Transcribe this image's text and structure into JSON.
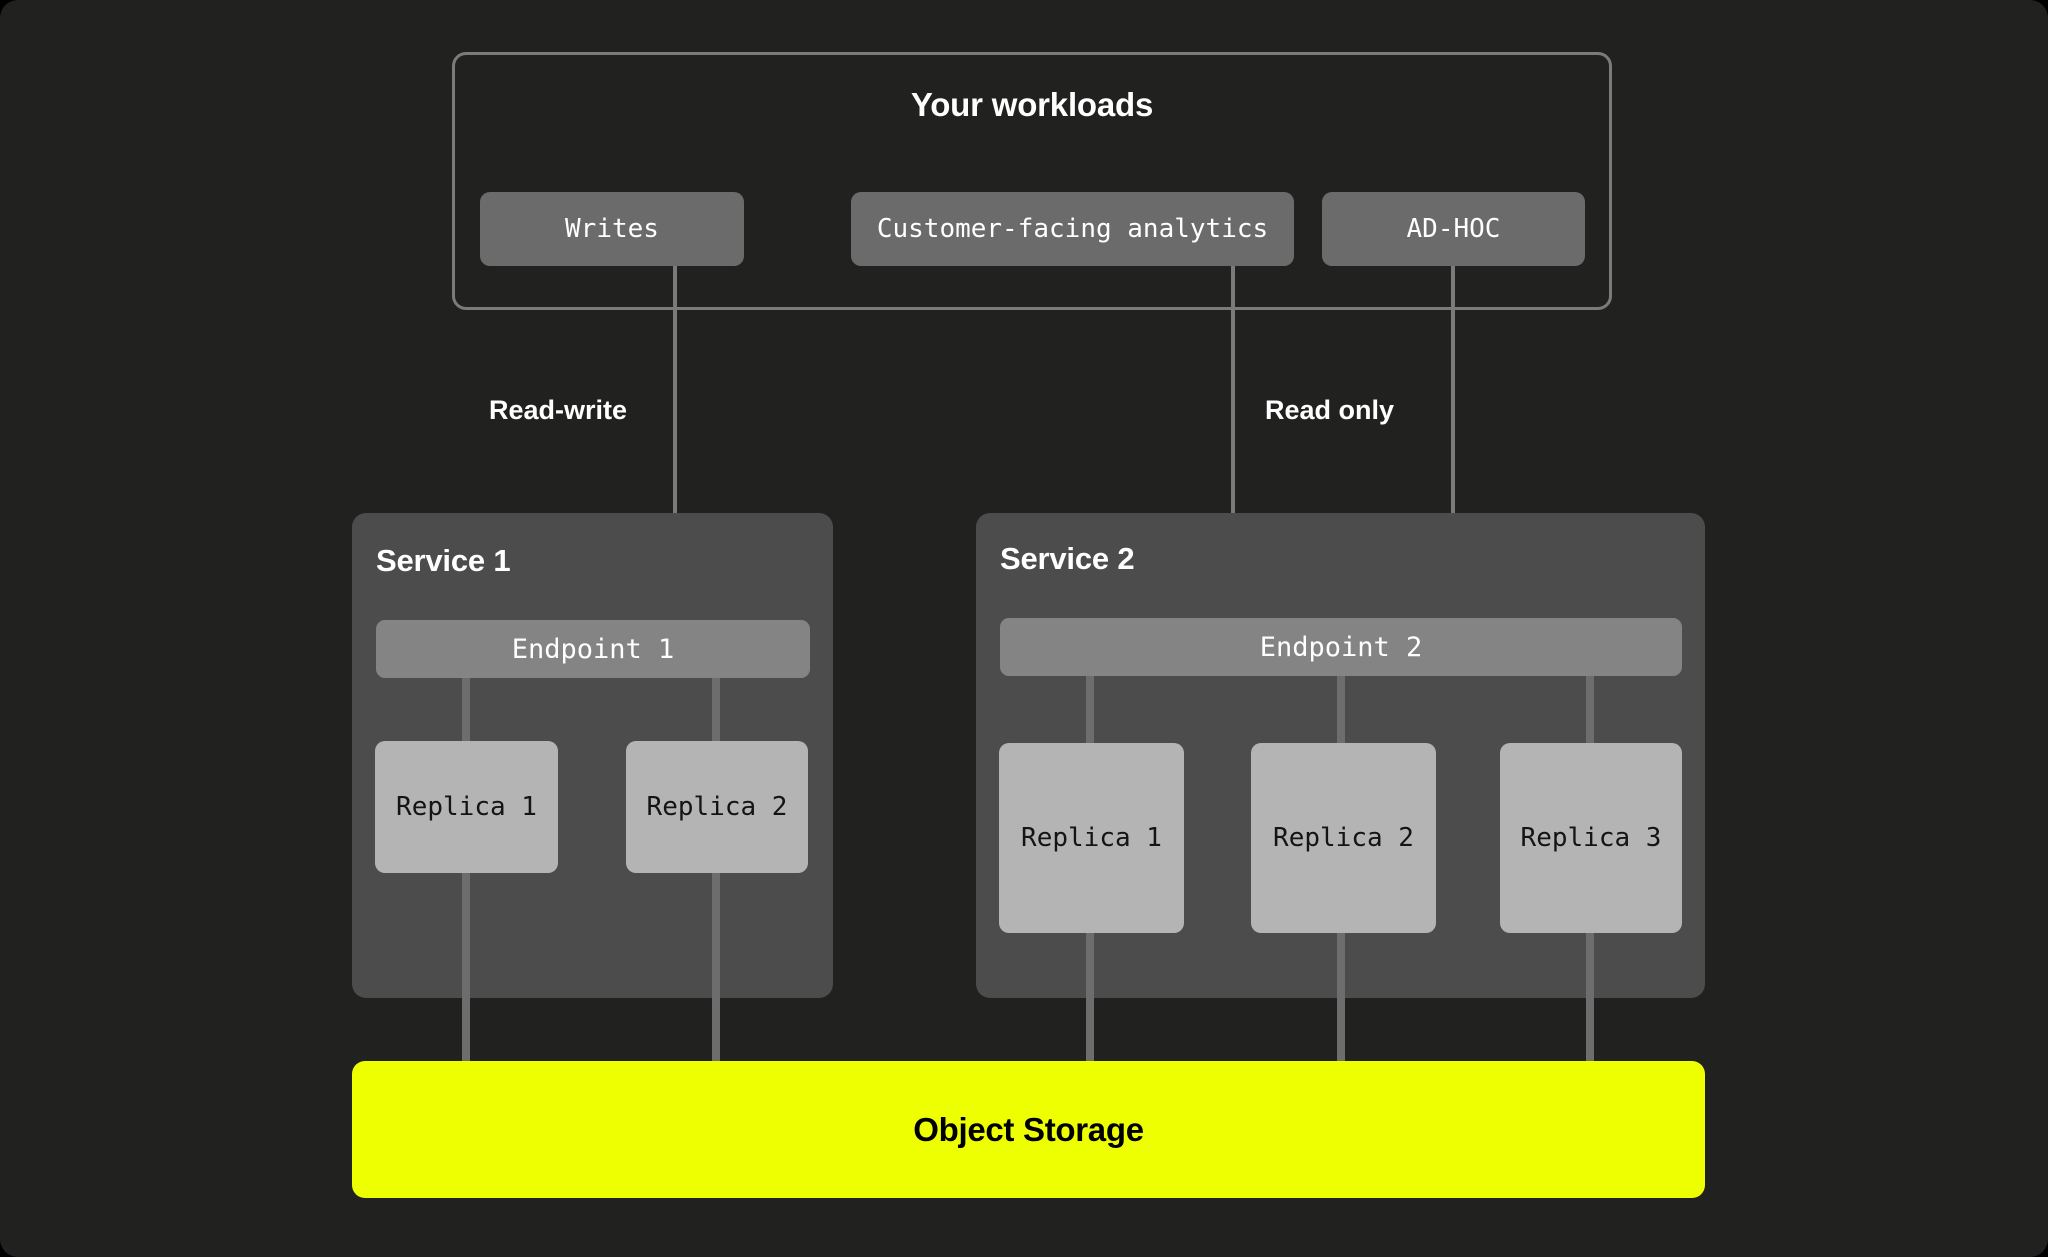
{
  "diagram": {
    "background_color": "#212120",
    "accent_color": "#edff00"
  },
  "workloads": {
    "title": "Your workloads",
    "items": [
      {
        "label": "Writes"
      },
      {
        "label": "Customer-facing analytics"
      },
      {
        "label": "AD-HOC"
      }
    ]
  },
  "flows": [
    {
      "label": "Read-write",
      "from": "Writes",
      "to": "Endpoint 1"
    },
    {
      "label": "Read only",
      "from": "Customer-facing analytics",
      "to": "Endpoint 2"
    }
  ],
  "services": [
    {
      "title": "Service 1",
      "endpoint": "Endpoint 1",
      "replicas": [
        {
          "label": "Replica 1"
        },
        {
          "label": "Replica 2"
        }
      ]
    },
    {
      "title": "Service 2",
      "endpoint": "Endpoint 2",
      "replicas": [
        {
          "label": "Replica 1"
        },
        {
          "label": "Replica 2"
        },
        {
          "label": "Replica 3"
        }
      ]
    }
  ],
  "storage": {
    "label": "Object Storage"
  }
}
